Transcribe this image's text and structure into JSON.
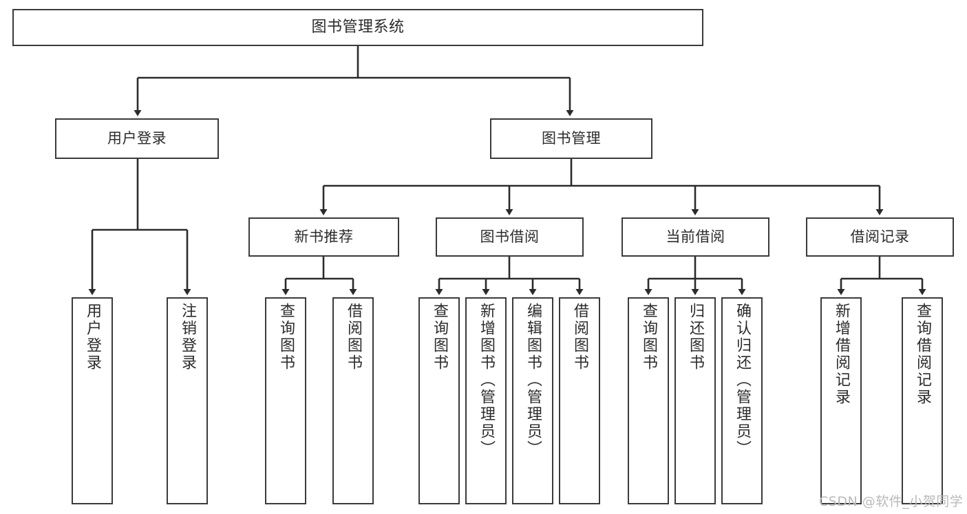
{
  "diagram": {
    "title": "图书管理系统",
    "watermark": "CSDN @软件_小贺同学",
    "stroke_color": "#3a3a3a",
    "fill_color": "#ffffff",
    "text_color": "#2b2b2b",
    "watermark_color": "#b9b9b9"
  },
  "nodes": {
    "root": {
      "label": "图书管理系统"
    },
    "level2": [
      {
        "label": "用户登录"
      },
      {
        "label": "图书管理"
      }
    ],
    "level3": [
      {
        "label": "新书推荐"
      },
      {
        "label": "图书借阅"
      },
      {
        "label": "当前借阅"
      },
      {
        "label": "借阅记录"
      }
    ],
    "leaves": {
      "user_login": [
        {
          "label": "用户登录"
        },
        {
          "label": "注销登录"
        }
      ],
      "new_book_recommend": [
        {
          "label": "查询图书"
        },
        {
          "label": "借阅图书"
        }
      ],
      "book_borrow": [
        {
          "label": "查询图书"
        },
        {
          "label": "新增图书（管理员）"
        },
        {
          "label": "编辑图书（管理员）"
        },
        {
          "label": "借阅图书"
        }
      ],
      "current_borrow": [
        {
          "label": "查询图书"
        },
        {
          "label": "归还图书"
        },
        {
          "label": "确认归还（管理员）"
        }
      ],
      "borrow_record": [
        {
          "label": "新增借阅记录"
        },
        {
          "label": "查询借阅记录"
        }
      ]
    }
  }
}
